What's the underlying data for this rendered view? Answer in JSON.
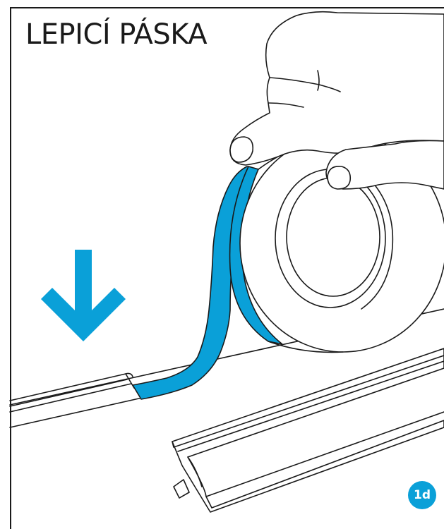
{
  "title": "LEPICÍ PÁSKA",
  "step_label": "1d",
  "colors": {
    "accent": "#0aa0d8",
    "line": "#1a1a1a",
    "background": "#ffffff"
  },
  "icons": [
    "arrow-down-icon",
    "hand-illustration",
    "tape-roll-illustration",
    "skirting-profile-illustration"
  ]
}
